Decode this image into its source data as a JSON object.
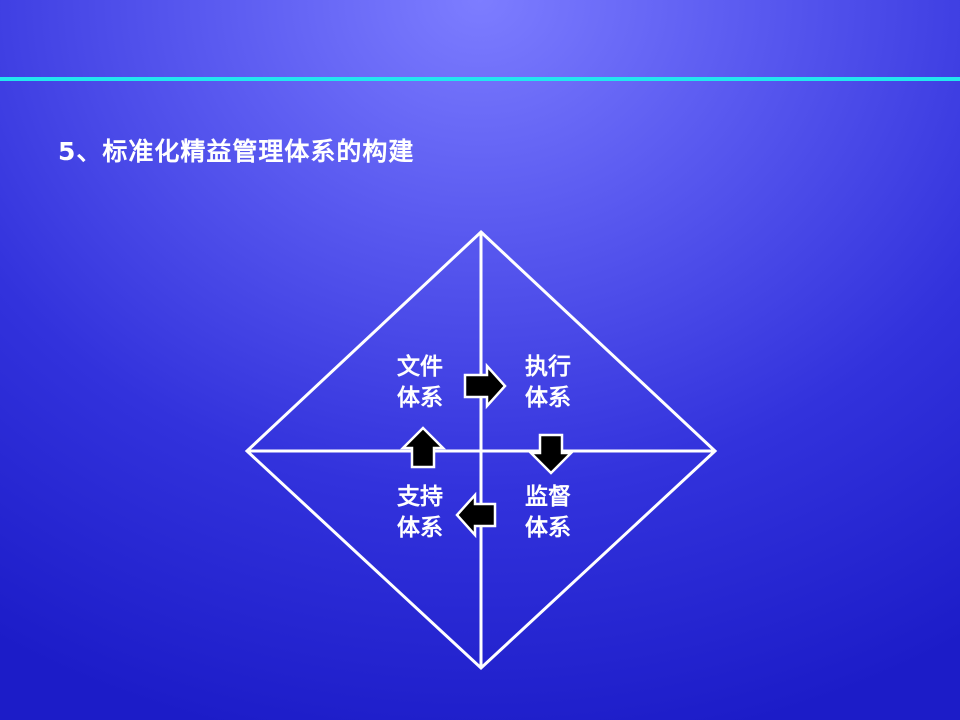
{
  "slide": {
    "title": "5、标准化精益管理体系的构建",
    "quadrants": [
      {
        "line1": "文件",
        "line2": "体系"
      },
      {
        "line1": "执行",
        "line2": "体系"
      },
      {
        "line1": "监督",
        "line2": "体系"
      },
      {
        "line1": "支持",
        "line2": "体系"
      }
    ],
    "colors": {
      "accent_rule": "#22e6f0",
      "background": "#3232dc",
      "lines": "#ffffff",
      "arrows": "#000000"
    }
  }
}
